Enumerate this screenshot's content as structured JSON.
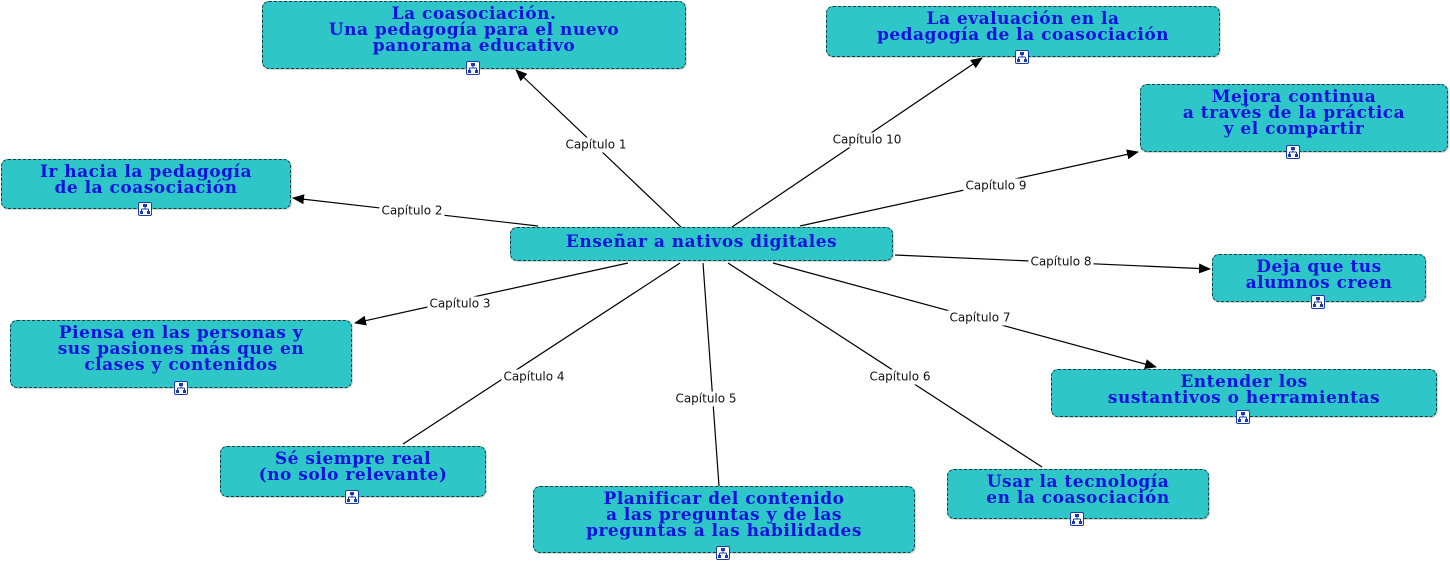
{
  "center": {
    "label": "Enseñar a nativos digitales"
  },
  "branches": [
    {
      "chapter": "Capítulo 1",
      "title": "La coasociación.\nUna pedagogía para el nuevo\npanorama educativo"
    },
    {
      "chapter": "Capítulo 2",
      "title": "Ir hacia la pedagogía\nde la coasociación"
    },
    {
      "chapter": "Capítulo 3",
      "title": "Piensa en las personas y\nsus pasiones más que en\nclases y contenidos"
    },
    {
      "chapter": "Capítulo 4",
      "title": "Sé siempre real\n(no solo relevante)"
    },
    {
      "chapter": "Capítulo 5",
      "title": "Planificar del contenido\na las preguntas y de las\npreguntas a las habilidades"
    },
    {
      "chapter": "Capítulo 6",
      "title": "Usar la tecnología\nen la coasociación"
    },
    {
      "chapter": "Capítulo 7",
      "title": "Entender los\nsustantivos o herramientas"
    },
    {
      "chapter": "Capítulo 8",
      "title": "Deja que tus\nalumnos creen"
    },
    {
      "chapter": "Capítulo 9",
      "title": "Mejora continua\na través de la práctica\ny el compartir"
    },
    {
      "chapter": "Capítulo 10",
      "title": "La evaluación en la\npedagogía de la coasociación"
    }
  ],
  "icons": {
    "submap": "submap-icon"
  },
  "colors": {
    "node_fill": "#2ec6c6",
    "node_text": "#1010e0",
    "line": "#000000"
  }
}
